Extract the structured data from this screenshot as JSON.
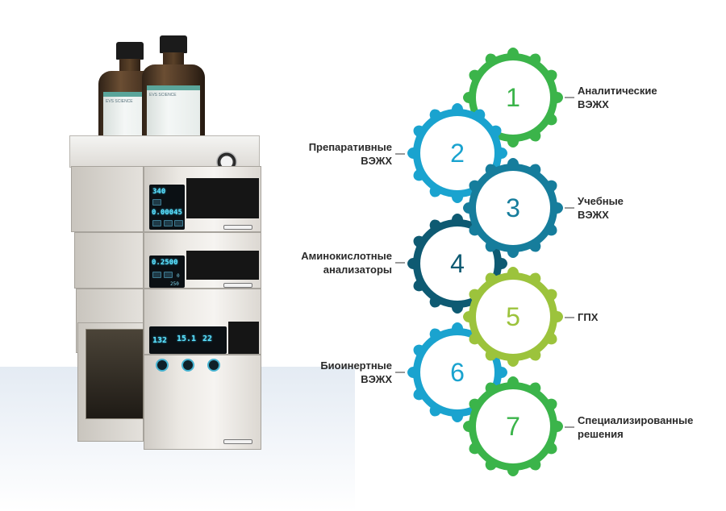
{
  "colors": {
    "green": "#3bb44a",
    "light_blue": "#1aa3cf",
    "teal_blue": "#167d9c",
    "dark_teal": "#0e5a72",
    "lime": "#9cc33c",
    "label_text": "#2a2a2a",
    "connector": "#9a9a9a"
  },
  "instrument": {
    "bottle_brand": "EVS SCIENCE",
    "display_wavelength": "340",
    "display_absorbance": "0.00045",
    "display_flow": "0.2500",
    "display_small_a": "0",
    "display_small_b": "250",
    "display_temp_1": "132",
    "display_temp_2": "15.1",
    "display_temp_3": "22"
  },
  "gears": [
    {
      "number": "1",
      "color": "green",
      "label": [
        "Аналитические",
        "ВЭЖХ"
      ],
      "side": "right"
    },
    {
      "number": "2",
      "color": "light_blue",
      "label": [
        "Препаративные",
        "ВЭЖХ"
      ],
      "side": "left"
    },
    {
      "number": "3",
      "color": "teal_blue",
      "label": [
        "Учебные",
        "ВЭЖХ"
      ],
      "side": "right"
    },
    {
      "number": "4",
      "color": "dark_teal",
      "label": [
        "Аминокислотные",
        "анализаторы"
      ],
      "side": "left"
    },
    {
      "number": "5",
      "color": "lime",
      "label": [
        "ГПХ"
      ],
      "side": "right"
    },
    {
      "number": "6",
      "color": "light_blue",
      "label": [
        "Биоинертные",
        "ВЭЖХ"
      ],
      "side": "left"
    },
    {
      "number": "7",
      "color": "green",
      "label": [
        "Специализированные",
        "решения"
      ],
      "side": "right"
    }
  ]
}
